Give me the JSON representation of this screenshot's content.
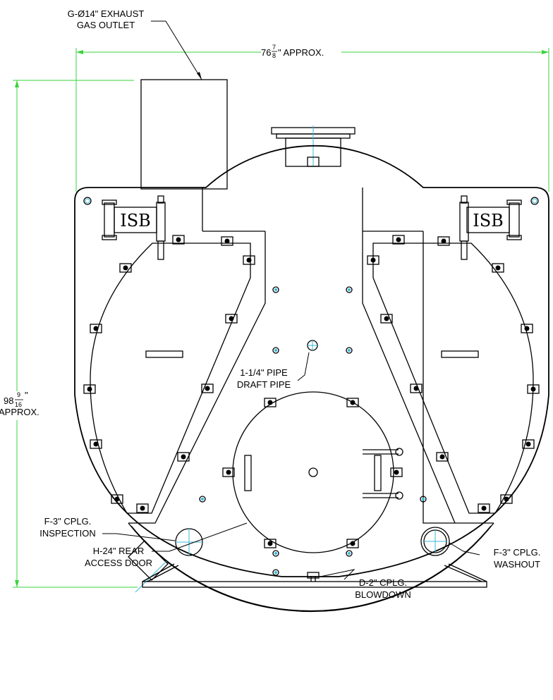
{
  "labels": {
    "exhaust": {
      "line1": "G-Ø14\" EXHAUST",
      "line2": "GAS OUTLET"
    },
    "width_dim": {
      "whole": "76",
      "num": "7",
      "den": "8",
      "suffix": "\" APPROX."
    },
    "height_dim": {
      "whole": "98",
      "num": "9",
      "den": "16",
      "inch": "\"",
      "suffix": "APPROX."
    },
    "draft_pipe": {
      "line1": "1-1/4\" PIPE",
      "line2": "DRAFT PIPE"
    },
    "inspection": {
      "line1": "F-3\" CPLG.",
      "line2": "INSPECTION"
    },
    "access_door": {
      "line1": "H-24\" REAR",
      "line2": "ACCESS DOOR"
    },
    "washout": {
      "line1": "F-3\" CPLG.",
      "line2": "WASHOUT"
    },
    "blowdown": {
      "line1": "D-2\" CPLG.",
      "line2": "BLOWDOWN"
    },
    "logo_left": "ISB",
    "logo_right": "ISB"
  },
  "colors": {
    "dimension": "#39d33b",
    "centerline": "#37b8d8",
    "outline": "#000000"
  }
}
